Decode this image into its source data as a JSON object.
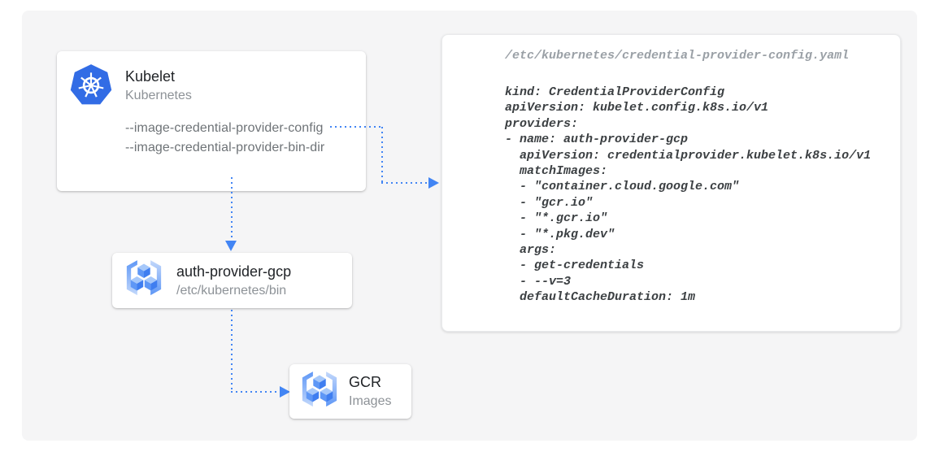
{
  "colors": {
    "background": "#ffffff",
    "panel_bg": "#f5f5f6",
    "card_bg": "#ffffff",
    "arrow_blue": "#4285f4",
    "kubernetes_blue": "#326ce5",
    "gcr_icon_blue": "#5e97f6",
    "gcr_icon_light": "#c3d8fb",
    "title_text": "#212428",
    "subtitle_text": "#8d9297",
    "flag_text": "#6e7377",
    "code_filename_text": "#9aa0a6",
    "code_body_text": "#3c4043"
  },
  "nodes": {
    "kubelet": {
      "icon": "kubernetes-icon",
      "title": "Kubelet",
      "subtitle": "Kubernetes",
      "flags": [
        "--image-credential-provider-config",
        "--image-credential-provider-bin-dir"
      ]
    },
    "auth_provider": {
      "icon": "gcr-icon",
      "title": "auth-provider-gcp",
      "subtitle": "/etc/kubernetes/bin"
    },
    "gcr": {
      "icon": "gcr-icon",
      "title": "GCR",
      "subtitle": "Images"
    }
  },
  "edges": [
    {
      "from": "kubelet --image-credential-provider-config flag",
      "to": "credential-provider-config.yaml panel",
      "style": "dotted-blue-arrow"
    },
    {
      "from": "kubelet",
      "to": "auth-provider-gcp",
      "style": "dotted-blue-arrow"
    },
    {
      "from": "auth-provider-gcp",
      "to": "GCR",
      "style": "dotted-blue-arrow"
    }
  ],
  "code_panel": {
    "filename": "/etc/kubernetes/credential-provider-config.yaml",
    "yaml_lines": [
      "kind: CredentialProviderConfig",
      "apiVersion: kubelet.config.k8s.io/v1",
      "providers:",
      "- name: auth-provider-gcp",
      "  apiVersion: credentialprovider.kubelet.k8s.io/v1",
      "  matchImages:",
      "  - \"container.cloud.google.com\"",
      "  - \"gcr.io\"",
      "  - \"*.gcr.io\"",
      "  - \"*.pkg.dev\"",
      "  args:",
      "  - get-credentials",
      "  - --v=3",
      "  defaultCacheDuration: 1m"
    ]
  }
}
